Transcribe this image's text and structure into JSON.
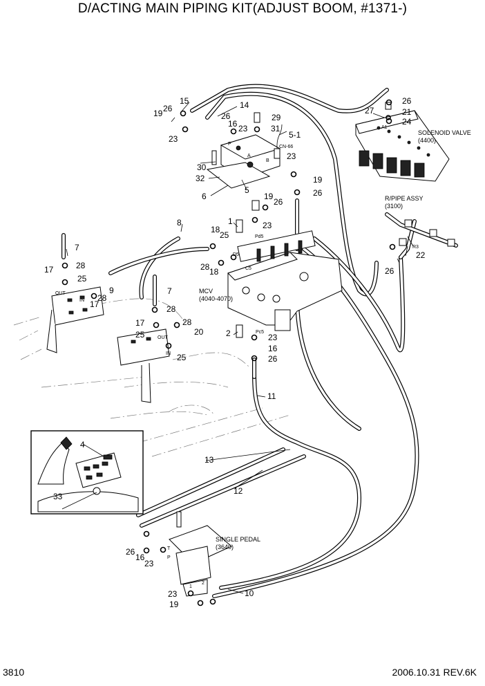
{
  "header": {
    "title": "D/ACTING MAIN PIPING KIT(ADJUST BOOM, #1371-)"
  },
  "footer": {
    "page_number": "3810",
    "date_rev": "2006.10.31  REV.6K"
  },
  "callouts": {
    "c1": "1",
    "c2": "2",
    "c4": "4",
    "c5": "5",
    "c5_1": "5-1",
    "c6": "6",
    "c7a": "7",
    "c7b": "7",
    "c8": "8",
    "c9": "9",
    "c10": "10",
    "c11": "11",
    "c12": "12",
    "c13": "13",
    "c14": "14",
    "c15": "15",
    "c16a": "16",
    "c16b": "16",
    "c16c": "16",
    "c17a": "17",
    "c17b": "17",
    "c17c": "17",
    "c18a": "18",
    "c18b": "18",
    "c19a": "19",
    "c19b": "19",
    "c19c": "19",
    "c19d": "19",
    "c20": "20",
    "c21": "21",
    "c22": "22",
    "c23a": "23",
    "c23b": "23",
    "c23c": "23",
    "c23d": "23",
    "c23e": "23",
    "c23f": "23",
    "c23g": "23",
    "c23h": "23",
    "c24": "24",
    "c25a": "25",
    "c25b": "25",
    "c25c": "25",
    "c25d": "25",
    "c26a": "26",
    "c26b": "26",
    "c26c": "26",
    "c26d": "26",
    "c26e": "26",
    "c26f": "26",
    "c26g": "26",
    "c26h": "26",
    "c27": "27",
    "c28a": "28",
    "c28b": "28",
    "c28c": "28",
    "c28d": "28",
    "c28e": "28",
    "c29": "29",
    "c30": "30",
    "c31": "31",
    "c32": "32",
    "c33": "33"
  },
  "assemblies": {
    "solenoid_valve": "SOLENOID VALVE",
    "solenoid_code": "(4400)",
    "rpipe": "R/PIPE ASSY",
    "rpipe_code": "(3100)",
    "mcv": "MCV",
    "mcv_code": "(4040-4070)",
    "pedal": "SINGLE PEDAL",
    "pedal_code": "(3640)"
  },
  "ports": {
    "a1": "A1",
    "p_block": "P",
    "a_block": "A",
    "b_block": "B",
    "cn66": "CN-66",
    "pd5": "Pd5",
    "d5": "D5",
    "c5": "C5",
    "pc5": "Pc5",
    "r3": "R3",
    "out1": "OUT",
    "in1": "IN",
    "out2": "OUT",
    "in2": "IN",
    "t_pedal": "T",
    "p_pedal": "P",
    "one_pedal": "1",
    "two_pedal": "2"
  }
}
